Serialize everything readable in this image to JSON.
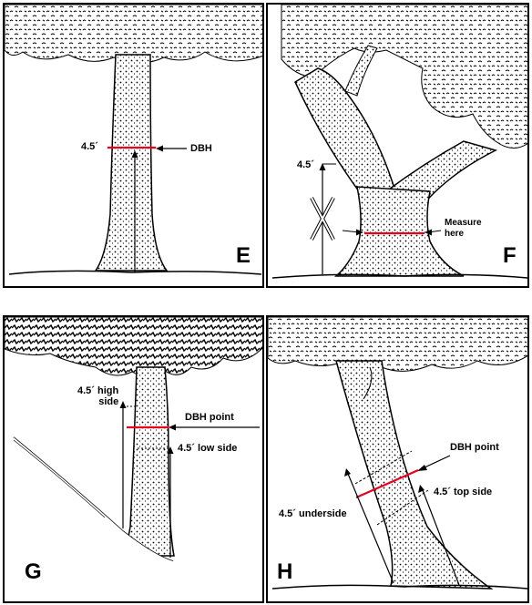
{
  "panels": {
    "E": {
      "letter": "E",
      "height_label": "4.5´",
      "dbh_label": "DBH"
    },
    "F": {
      "letter": "F",
      "height_label": "4.5´",
      "measure_label": "Measure\nhere"
    },
    "G": {
      "letter": "G",
      "high_side_label": "4.5´ high\nside",
      "dbh_point_label": "DBH point",
      "low_side_label": "4.5´ low side"
    },
    "H": {
      "letter": "H",
      "dbh_point_label": "DBH point",
      "top_side_label": "4.5´ top side",
      "underside_label": "4.5´ underside"
    }
  },
  "colors": {
    "dbh_line": "#e8001c",
    "ink": "#000000"
  }
}
